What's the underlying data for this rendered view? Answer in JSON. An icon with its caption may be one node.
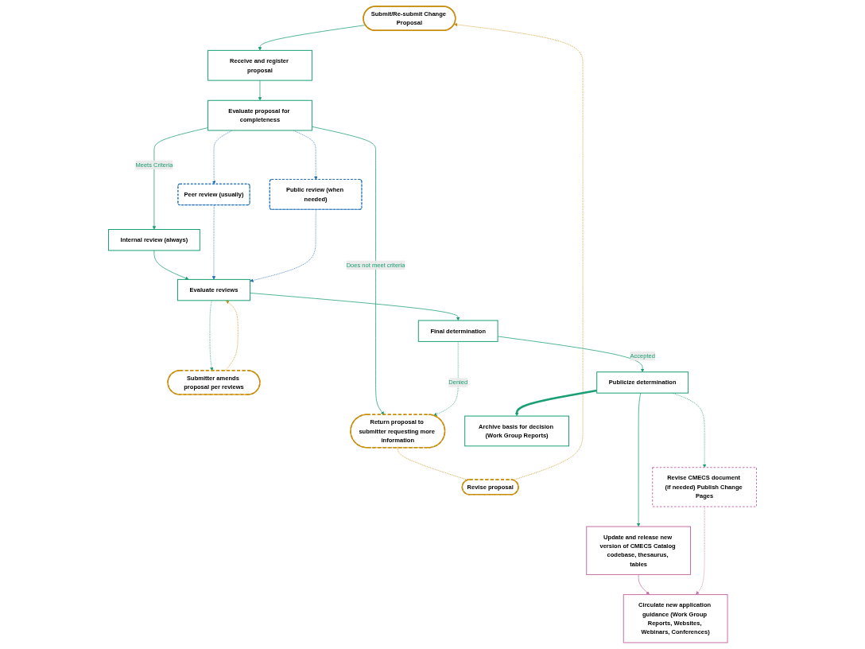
{
  "diagram": {
    "nodes": [
      {
        "text": [
          "Submit/Re-submit Change Proposal"
        ]
      },
      {
        "text": [
          "Receive and register proposal"
        ]
      },
      {
        "text": [
          "Evaluate proposal for completeness"
        ]
      },
      {
        "text": [
          "Public review (when needed)"
        ]
      },
      {
        "text": [
          "Peer review (usually)"
        ]
      },
      {
        "text": [
          "Revise proposal"
        ]
      },
      {
        "text": [
          "Internal review (always)"
        ]
      },
      {
        "text": [
          "Return proposal to submitter requesting more information"
        ]
      },
      {
        "text": [
          "Submitter amends proposal per reviews"
        ]
      },
      {
        "text": [
          "Evaluate reviews"
        ]
      },
      {
        "text": [
          "Update and release new version of CMECS Catalog codebase, thesaurus, tables"
        ]
      },
      {
        "text": [
          "Final determination"
        ]
      },
      {
        "text": [
          "Circulate new application guidance (Work Group Reports, Websites, Webinars, Conferences)"
        ]
      },
      {
        "text": [
          "Publicize determination"
        ]
      },
      {
        "text": [
          "Revise CMECS document (if needed) Publish Change Pages"
        ]
      },
      {
        "text": [
          "Archive basis for decision (Work Group Reports)"
        ]
      }
    ],
    "edges": [
      {
        "from": 0,
        "to": 1,
        "arrow": "to"
      },
      {
        "from": 1,
        "to": 2,
        "arrow": "to"
      },
      {
        "from": 2,
        "to": 3,
        "arrow": "to",
        "style": "dashed",
        "color": "#1f6fb4"
      },
      {
        "from": 2,
        "to": 4,
        "arrow": "to",
        "style": "dashed",
        "color": "#1f6fb4"
      },
      {
        "from": 2,
        "to": 6,
        "arrow": "to",
        "label": "Meets Criteria"
      },
      {
        "from": 2,
        "to": 7,
        "arrow": "to",
        "label": "Does not meet criteria"
      },
      {
        "from": 7,
        "to": 5,
        "arrow": "none",
        "style": "dashed",
        "color": "#c98e0c"
      },
      {
        "from": 5,
        "to": 0,
        "arrow": "to",
        "style": "dashed",
        "color": "#c98e0c"
      },
      {
        "from": 6,
        "to": 9,
        "arrow": "to"
      },
      {
        "from": 4,
        "to": 9,
        "arrow": "to",
        "style": "dashed",
        "color": "#1f6fb4"
      },
      {
        "from": 3,
        "to": 9,
        "arrow": "to",
        "style": "dashed",
        "color": "#1f6fb4"
      },
      {
        "from": 9,
        "to": 8,
        "arrow": "to",
        "style": "dashed"
      },
      {
        "from": 8,
        "to": 9,
        "arrow": "to",
        "style": "dashed",
        "color": "#c98e0c"
      },
      {
        "from": 9,
        "to": 11,
        "arrow": "to"
      },
      {
        "from": 11,
        "to": 7,
        "arrow": "to",
        "label": "Denied",
        "style": "dashed"
      },
      {
        "from": 11,
        "to": 13,
        "arrow": "to",
        "label": "Accepted"
      },
      {
        "from": 13,
        "to": 10,
        "arrow": "to"
      },
      {
        "from": 13,
        "to": 14,
        "arrow": "to",
        "style": "dashed"
      },
      {
        "from": 13,
        "to": 15,
        "arrow": "to",
        "style": "thick"
      },
      {
        "from": 10,
        "to": 12,
        "arrow": "to",
        "color": "#c86fa6"
      },
      {
        "from": 14,
        "to": 12,
        "arrow": "to",
        "style": "dashed",
        "color": "#c86fa6"
      }
    ]
  }
}
